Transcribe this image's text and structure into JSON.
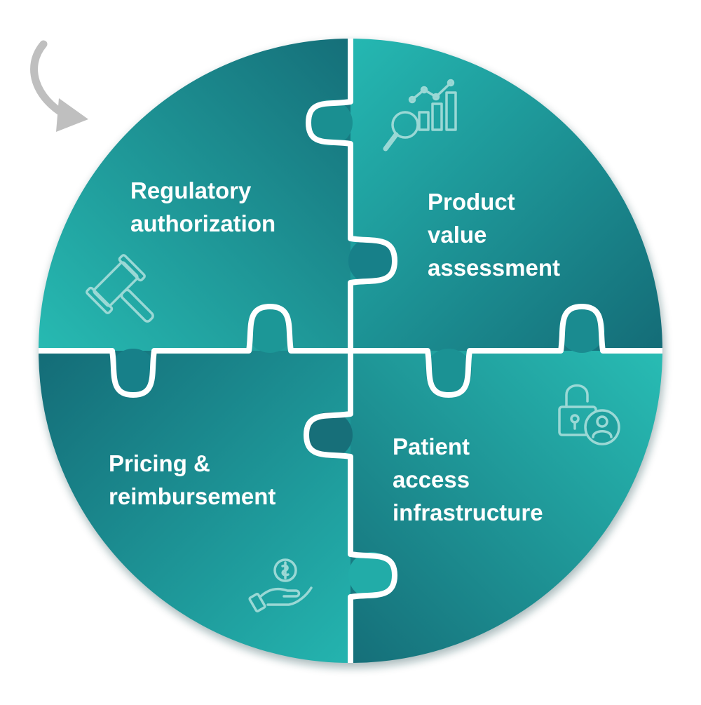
{
  "pieces": {
    "top_left": {
      "lines": [
        "Regulatory",
        "authorization"
      ],
      "icon": "gavel-icon"
    },
    "top_right": {
      "lines": [
        "Product",
        "value",
        "assessment"
      ],
      "icon": "chart-magnifier-icon"
    },
    "bottom_left": {
      "lines": [
        "Pricing &",
        "reimbursement"
      ],
      "icon": "hand-coin-icon"
    },
    "bottom_right": {
      "lines": [
        "Patient",
        "access",
        "infrastructure"
      ],
      "icon": "unlock-person-icon"
    }
  },
  "decorations": {
    "arrow": "curved-arrow-icon"
  },
  "colors": {
    "teal_light": "#25b6b0",
    "teal_mid": "#1c9898",
    "teal_dark": "#15707a",
    "arrow_gray": "#bfbfbf",
    "line_white": "#ffffff"
  }
}
